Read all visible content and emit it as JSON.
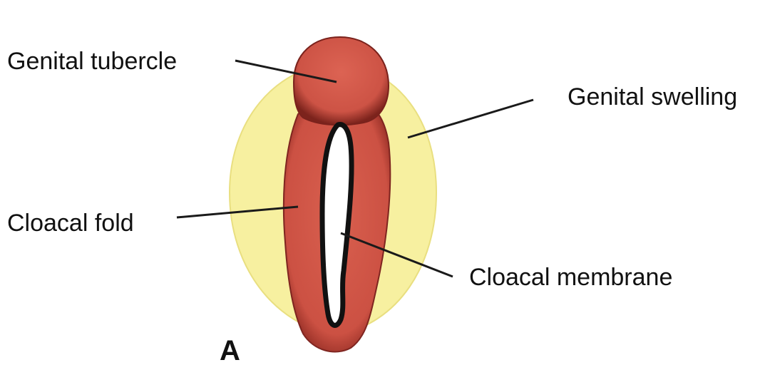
{
  "panel_letter": "A",
  "labels": {
    "genital_tubercle": "Genital tubercle",
    "genital_swelling": "Genital swelling",
    "cloacal_fold": "Cloacal fold",
    "cloacal_membrane": "Cloacal membrane"
  },
  "colors": {
    "swelling": "#f7f0a0",
    "fold": "#d2594c",
    "fold_shadow": "#8e2a22",
    "membrane": "#ffffff",
    "membrane_outline": "#111111"
  }
}
